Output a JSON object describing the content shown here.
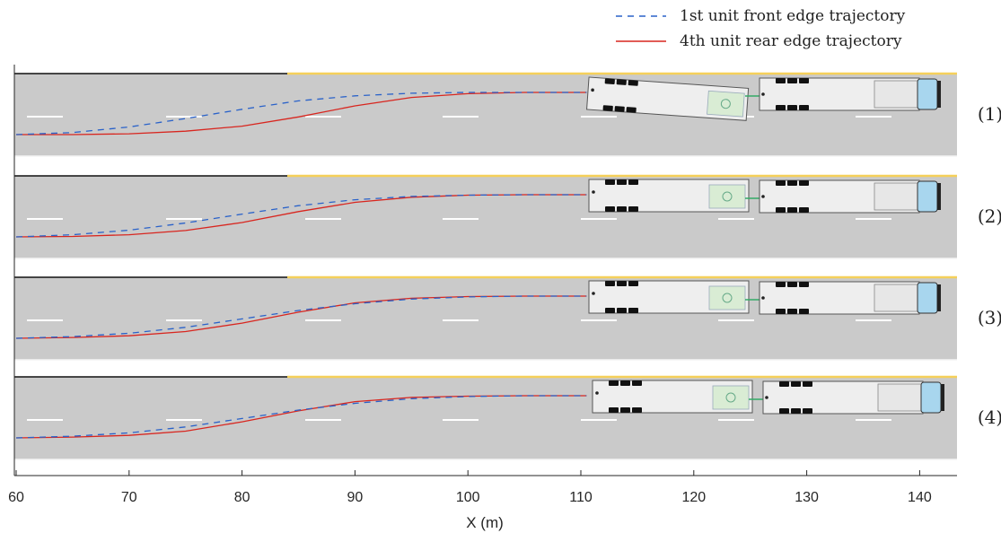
{
  "chart_data": {
    "type": "line",
    "xlabel": "X (m)",
    "ylabel": "",
    "xlim": [
      59.8,
      143
    ],
    "x_ticks": [
      60,
      70,
      80,
      90,
      100,
      110,
      120,
      130,
      140
    ],
    "grid": false,
    "legend_position": "top-right",
    "series": [
      {
        "name": "1st unit front edge trajectory",
        "style": "dashed",
        "color": "#2a62c9"
      },
      {
        "name": "4th unit rear edge trajectory",
        "style": "solid",
        "color": "#d8261f"
      }
    ],
    "panels": [
      {
        "label": "(1)",
        "front_edge": {
          "x": [
            60,
            65,
            70,
            75,
            80,
            85,
            90,
            95,
            100,
            105,
            110.5
          ],
          "lateral": [
            0,
            0.05,
            0.18,
            0.38,
            0.6,
            0.8,
            0.92,
            0.98,
            1.0,
            1.0,
            1.0
          ]
        },
        "rear_edge": {
          "x": [
            60,
            65,
            70,
            75,
            80,
            85,
            90,
            95,
            100,
            105,
            110.5
          ],
          "lateral": [
            0,
            0,
            0.02,
            0.08,
            0.2,
            0.42,
            0.68,
            0.88,
            0.97,
            1.0,
            1.0
          ]
        }
      },
      {
        "label": "(2)",
        "front_edge": {
          "x": [
            60,
            65,
            70,
            75,
            80,
            85,
            90,
            95,
            100,
            105,
            110.5
          ],
          "lateral": [
            0,
            0.05,
            0.16,
            0.33,
            0.54,
            0.74,
            0.88,
            0.96,
            0.99,
            1.0,
            1.0
          ]
        },
        "rear_edge": {
          "x": [
            60,
            65,
            70,
            75,
            80,
            85,
            90,
            95,
            100,
            105,
            110.5
          ],
          "lateral": [
            0,
            0.01,
            0.05,
            0.15,
            0.34,
            0.6,
            0.82,
            0.94,
            0.99,
            1.0,
            1.0
          ]
        }
      },
      {
        "label": "(3)",
        "front_edge": {
          "x": [
            60,
            65,
            70,
            75,
            80,
            85,
            90,
            95,
            100,
            105,
            110.5
          ],
          "lateral": [
            0,
            0.04,
            0.12,
            0.26,
            0.46,
            0.66,
            0.82,
            0.93,
            0.98,
            1.0,
            1.0
          ]
        },
        "rear_edge": {
          "x": [
            60,
            65,
            70,
            75,
            80,
            85,
            90,
            95,
            100,
            105,
            110.5
          ],
          "lateral": [
            0,
            0.02,
            0.06,
            0.16,
            0.36,
            0.62,
            0.84,
            0.95,
            0.99,
            1.0,
            1.0
          ]
        }
      },
      {
        "label": "(4)",
        "front_edge": {
          "x": [
            60,
            65,
            70,
            75,
            80,
            85,
            90,
            95,
            100,
            105,
            110.5
          ],
          "lateral": [
            0,
            0.04,
            0.12,
            0.26,
            0.46,
            0.66,
            0.82,
            0.93,
            0.98,
            1.0,
            1.0
          ]
        },
        "rear_edge": {
          "x": [
            60,
            65,
            70,
            75,
            80,
            85,
            90,
            95,
            100,
            105,
            110.5
          ],
          "lateral": [
            0,
            0.02,
            0.06,
            0.16,
            0.38,
            0.64,
            0.86,
            0.96,
            0.99,
            1.0,
            1.0
          ]
        }
      }
    ]
  },
  "colors": {
    "road": "#cacaca",
    "yellow_line": "#f5d05a",
    "lane_marking": "#ffffff",
    "vehicle_body": "#eeeeee",
    "tire": "#111111",
    "cab_glass": "#a8d6ee",
    "coupling": "#7fc98a"
  }
}
